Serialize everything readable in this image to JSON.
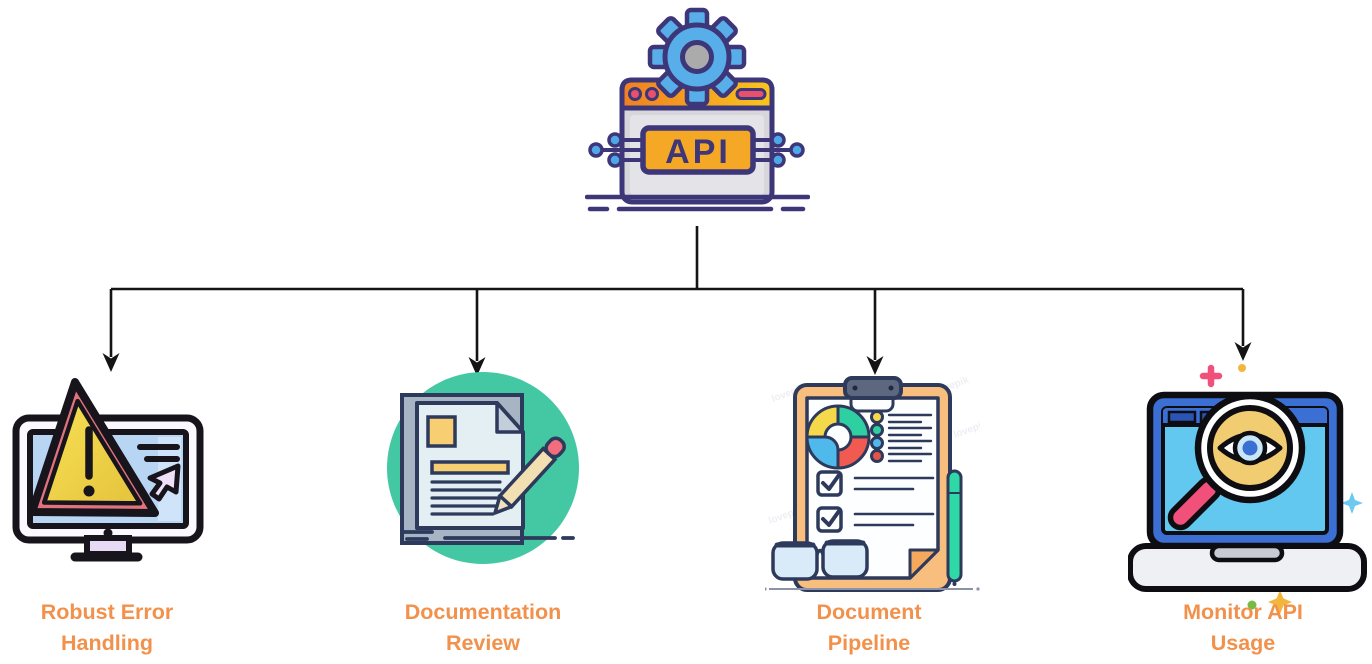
{
  "diagram": {
    "root": {
      "label": "API",
      "icon": "api-gear-browser-icon"
    },
    "children": [
      {
        "id": "robust-error-handling",
        "label": "Robust Error Handling",
        "line1": "Robust Error",
        "line2": "Handling",
        "icon": "error-monitor-icon"
      },
      {
        "id": "documentation-review",
        "label": "Documentation Review",
        "line1": "Documentation",
        "line2": "Review",
        "icon": "document-review-icon"
      },
      {
        "id": "document-pipeline",
        "label": "Document Pipeline",
        "line1": "Document",
        "line2": "Pipeline",
        "icon": "clipboard-checklist-icon"
      },
      {
        "id": "monitor-api-usage",
        "label": "Monitor API Usage",
        "line1": "Monitor API",
        "line2": "Usage",
        "icon": "laptop-magnifier-icon"
      }
    ],
    "watermark": "lovepik",
    "colors": {
      "label_orange": "#F2914B",
      "connector_black": "#141414",
      "navy_outline": "#3D3679",
      "gear_blue": "#57AEE8",
      "api_box_orange": "#F5A826",
      "header_orange": "#EF7F23",
      "header_yellow": "#F9C51D",
      "warning_yellow": "#F7DE52",
      "warning_red": "#E0737E",
      "teal_circle": "#44C8A4",
      "clipboard_tan": "#F8BE7D",
      "pen_green": "#2ED9A7",
      "laptop_blue": "#3B6FD4",
      "screen_cyan": "#62C8F0",
      "magnifier_yellow": "#F2CC71",
      "handle_pink": "#F0507A"
    }
  }
}
